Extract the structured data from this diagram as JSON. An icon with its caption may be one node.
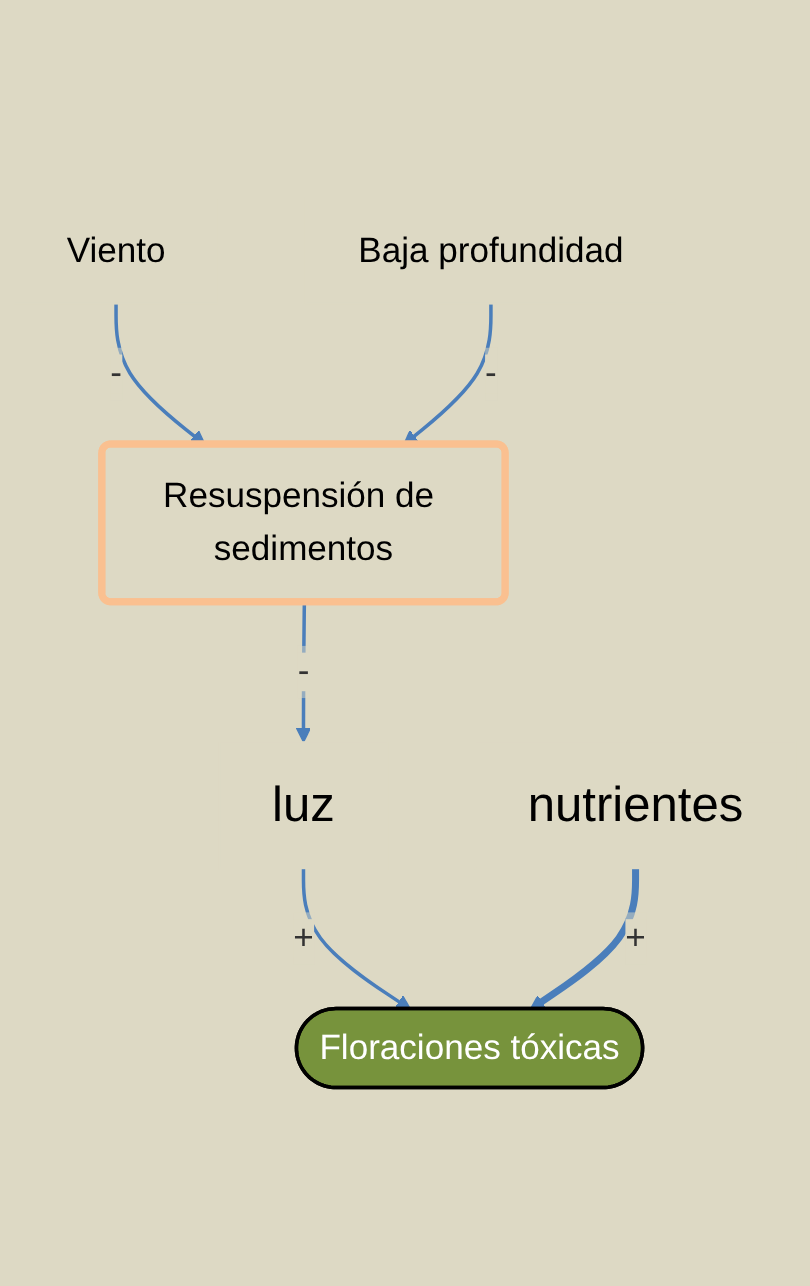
{
  "diagram": {
    "nodes": [
      {
        "text": [
          "Viento"
        ]
      },
      {
        "text": [
          "Baja profundidad"
        ]
      },
      {
        "text": [
          "Resuspensión de sedimentos"
        ]
      },
      {
        "text": [
          "luz"
        ]
      },
      {
        "text": [
          "Floraciones tóxicas"
        ]
      },
      {
        "text": [
          "nutrientes"
        ]
      }
    ],
    "edges": [
      {
        "from": 0,
        "to": 2,
        "arrow": "to",
        "label": "-"
      },
      {
        "from": 1,
        "to": 2,
        "arrow": "to",
        "label": "-"
      },
      {
        "from": 2,
        "to": 3,
        "arrow": "to",
        "label": "-"
      },
      {
        "from": 3,
        "to": 4,
        "arrow": "to",
        "label": "+"
      },
      {
        "from": 5,
        "to": 4,
        "arrow": "to",
        "label": "+",
        "style": "thick"
      }
    ]
  }
}
